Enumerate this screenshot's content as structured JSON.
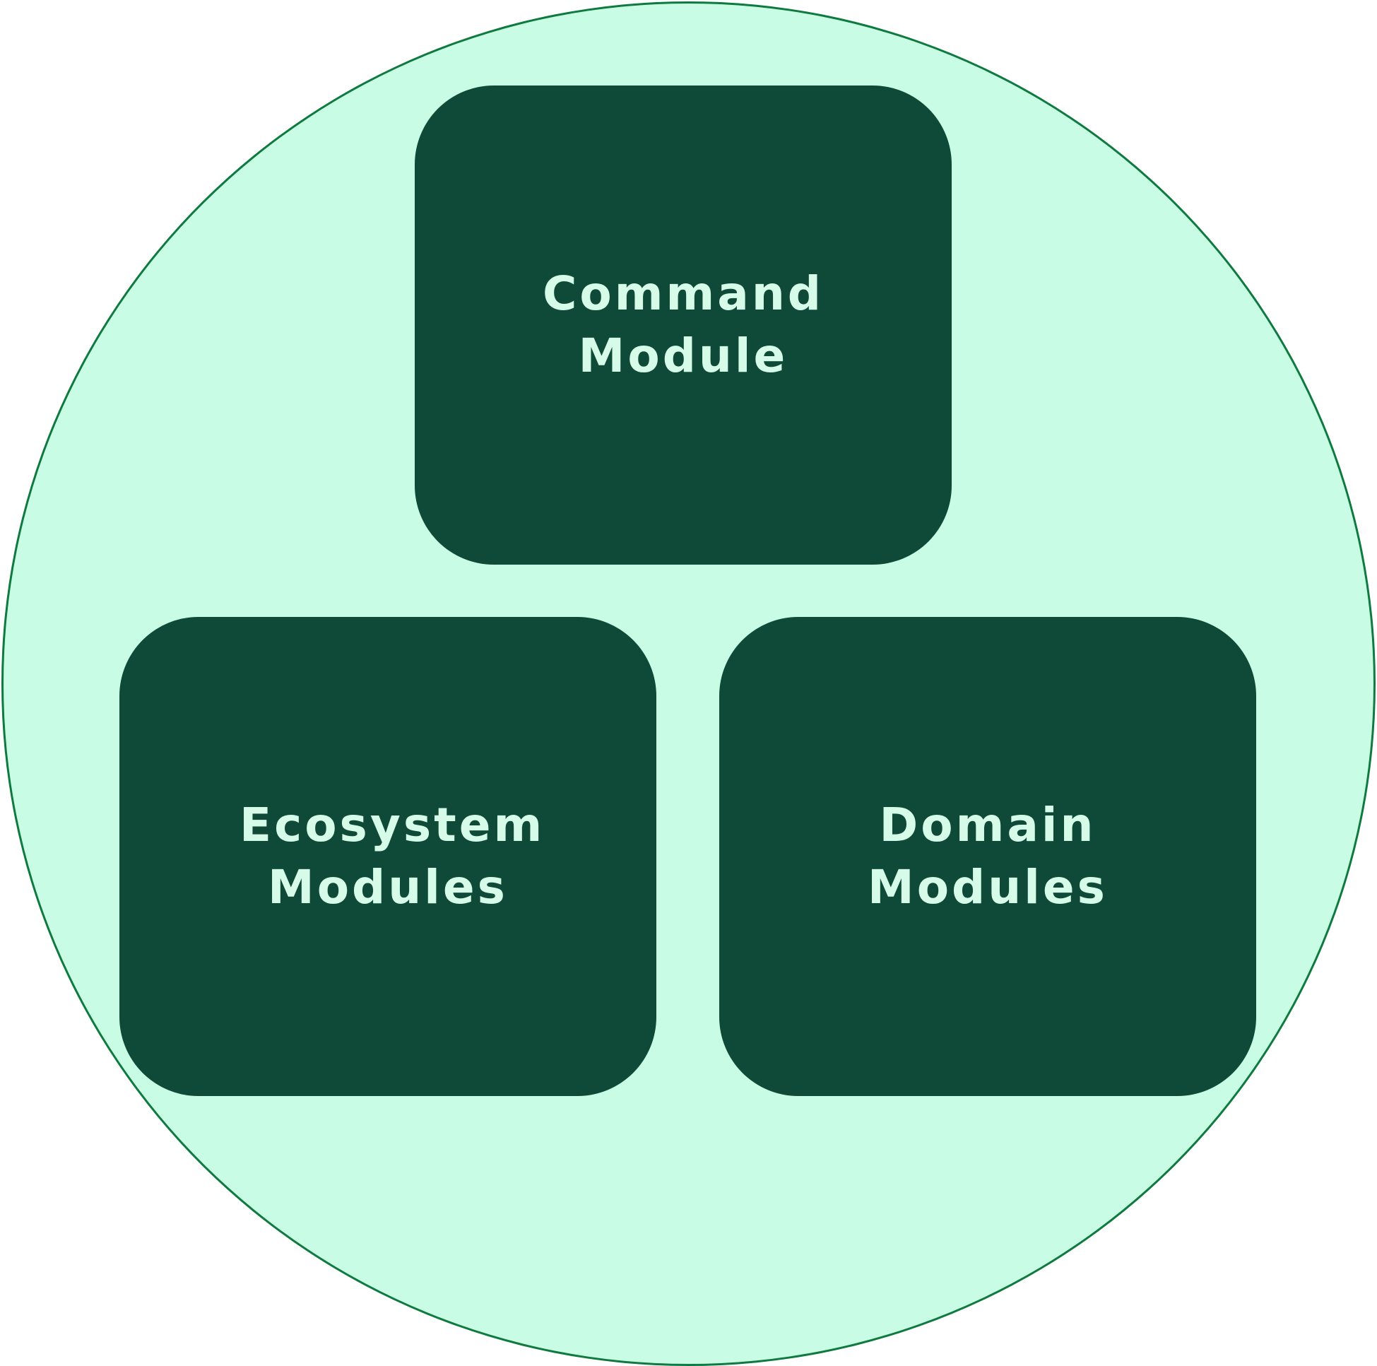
{
  "diagram": {
    "modules": [
      {
        "label": "Command Module"
      },
      {
        "label": "Ecosystem Modules"
      },
      {
        "label": "Domain Modules"
      }
    ]
  },
  "colors": {
    "circle_fill": "#c9fce4",
    "circle_border": "#0f7a3f",
    "box_fill": "#0f4a38",
    "label_text": "#d6fbe9"
  }
}
